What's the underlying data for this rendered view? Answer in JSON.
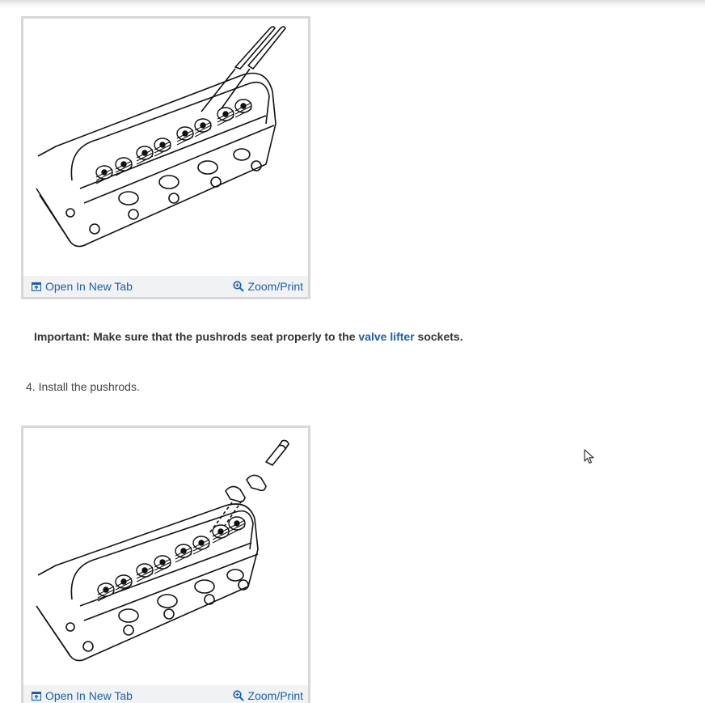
{
  "figures": [
    {
      "illustration": "cylinder-head-with-pushrods-inserted",
      "open_label": "Open In New Tab",
      "open_icon": "open-in-new-tab-icon",
      "zoom_label": "Zoom/Print",
      "zoom_icon": "zoom-in-icon"
    },
    {
      "illustration": "cylinder-head-with-rocker-arms-and-bolt",
      "open_label": "Open In New Tab",
      "open_icon": "open-in-new-tab-icon",
      "zoom_label": "Zoom/Print",
      "zoom_icon": "zoom-in-icon"
    }
  ],
  "important": {
    "prefix": "Important: Make sure that the pushrods seat properly to the ",
    "link": "valve lifter",
    "suffix": " sockets."
  },
  "step": {
    "text": "4. Install the pushrods."
  },
  "colors": {
    "link": "#1d5fa8",
    "text": "#333333",
    "frame_border": "#d7d7d7",
    "caption_bar": "#f1f2f4"
  }
}
